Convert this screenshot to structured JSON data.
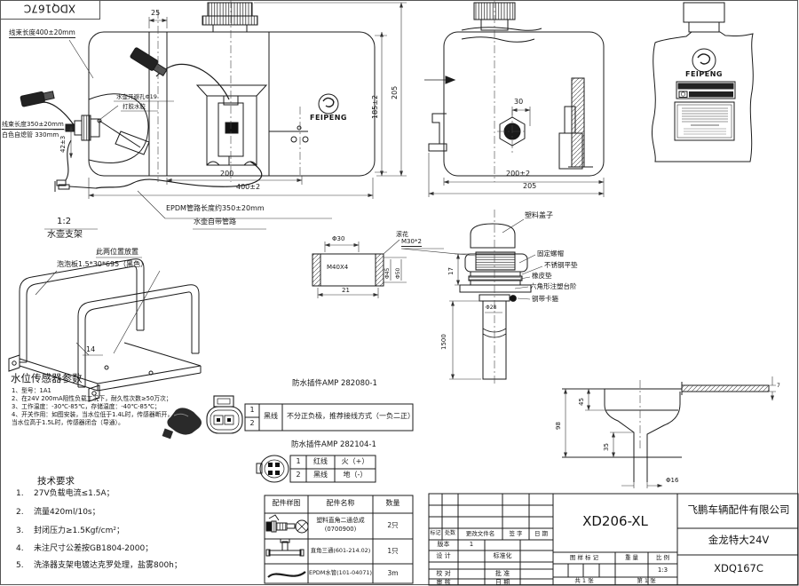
{
  "corner": {
    "code": "XDQ167C"
  },
  "front": {
    "harness400": "线束长度400±20mm",
    "harness350": "线束长度350±20mm",
    "white_tube": "白色自熄管 330mm",
    "dim_42": "42±3",
    "hole_note": "水壶开避孔Φ19",
    "glue_note": "打胶水胶",
    "dim_25": "25",
    "dim_185": "185±2",
    "dim_205": "205",
    "dim_200": "200",
    "dim_400": "400±2",
    "epdm_note": "EPDM管路长度约350±20mm",
    "epdm_note2": "水壶自带管路",
    "brand": "FEIPENG"
  },
  "side": {
    "dim_30": "30",
    "dim_200": "200±2",
    "dim_205": "205"
  },
  "back": {
    "brand": "FEIPENG"
  },
  "bracket": {
    "scale": "1:2",
    "title": "水壶支架",
    "note1": "此两位置放置",
    "note2": "泡泡板1.5*30*695（黑色）",
    "dim_14": "14"
  },
  "fitting": {
    "dim_d30": "Φ30",
    "thread": "M40X4",
    "dim_21": "21",
    "dim_d45": "Φ45",
    "dim_d50": "Φ50",
    "knurl": "滚花"
  },
  "sensor_assy": {
    "cap": "塑料盖子",
    "thread": "M30*2",
    "dim_17": "17",
    "nut": "固定螺帽",
    "washer": "不锈钢平垫",
    "rubber": "橡皮垫",
    "hex_step": "六角形注塑台阶",
    "clamp": "钢带卡箍",
    "dim_d28": "Φ28",
    "dim_1500": "1500"
  },
  "funnel": {
    "dim_98": "98",
    "dim_45": "45",
    "dim_35": "35",
    "dim_d16": "Φ16",
    "dim_7": "7"
  },
  "sensor_params": {
    "title": "水位传感器参数",
    "l1": "1、型号：1A1",
    "l2": "2、在24V 200mA阻性负载工况下，耐久性次数≥50万次；",
    "l3": "3、工作温度：-30℃-85℃，存储温度：-40℃-85℃；",
    "l4": "4、开关作用：如图安装，当水位低于1.4L时，传感器断开，",
    "l5": "当水位高于1.5L时，传感器闭合（导通）。"
  },
  "conn1": {
    "title": "防水插件AMP 282080-1",
    "pin1": "1",
    "pin2": "2",
    "wire": "黑线",
    "desc": "不分正负极，推荐接线方式（一负二正）"
  },
  "conn2": {
    "title": "防水插件AMP 282104-1",
    "r1_pin": "1",
    "r1_wire": "红线",
    "r1_desc": "火（+）",
    "r2_pin": "2",
    "r2_wire": "黑线",
    "r2_desc": "地（-）"
  },
  "tech": {
    "title": "技术要求",
    "n1": "1.",
    "i1": "27V负载电流≤1.5A；",
    "n2": "2.",
    "i2": "流量420ml/10s；",
    "n3": "3.",
    "i3": "封闭压力≥1.5Kgf/cm²；",
    "n4": "4.",
    "i4": "未注尺寸公差按GB1804-2000；",
    "n5": "5.",
    "i5": "洗涤器支架电镀达克罗处理，盐雾800h；"
  },
  "parts": {
    "h_img": "配件样图",
    "h_name": "配件名称",
    "h_qty": "数量",
    "r1_name": "塑料直角二通总成",
    "r1_code": "(0700900)",
    "r1_qty": "2只",
    "r2_name": "直角三通(601-214.02)",
    "r2_qty": "1只",
    "r3_name": "EPDM水管(101-04071)",
    "r3_qty": "3m"
  },
  "tb": {
    "model": "XD206-XL",
    "company": "飞鹏车辆配件有限公司",
    "product": "金龙特大24V",
    "code": "XDQ167C",
    "h_mark": "标记",
    "h_count": "处数",
    "h_file": "更改文件名",
    "h_sign": "签 字",
    "h_date": "日 期",
    "version_label": "版本",
    "version": "1",
    "design": "设 计",
    "standard": "标准化",
    "check": "校 对",
    "approve": "批 准",
    "audit": "审 核",
    "date": "日 期",
    "stamp": "图 样 标 记",
    "weight": "重 量",
    "scale_label": "比 例",
    "scale": "1:3",
    "sheets": "共 1 张",
    "page": "第 1 张"
  }
}
